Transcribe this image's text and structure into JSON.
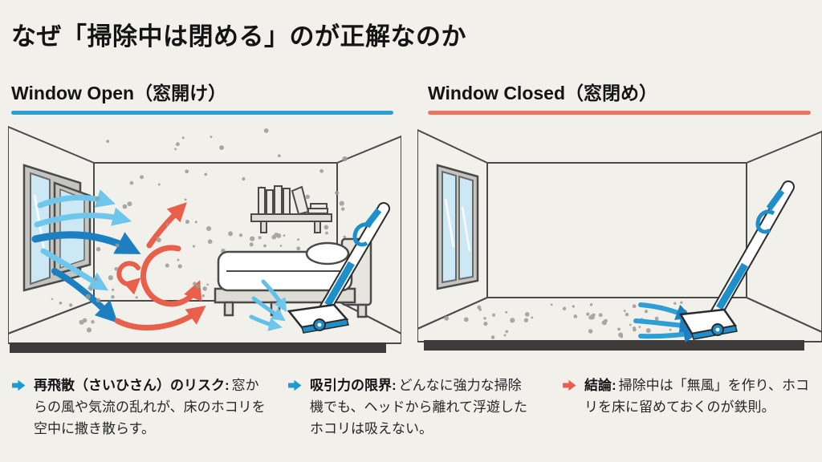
{
  "title": "なぜ「掃除中は閉める」のが正解なのか",
  "panels": [
    {
      "label": "Window Open（窓開け）",
      "underline_color": "#2e9fd4",
      "illustration": {
        "name": "room-window-open",
        "features": [
          "open-window",
          "incoming-wind-arrows",
          "turbulence-swirls",
          "airborne-dust",
          "bookshelf",
          "bed",
          "stick-vacuum",
          "suction-arrows"
        ]
      }
    },
    {
      "label": "Window Closed（窓閉め）",
      "underline_color": "#ee7461",
      "illustration": {
        "name": "room-window-closed",
        "features": [
          "closed-window",
          "clean-air",
          "floor-dust",
          "stick-vacuum",
          "suction-arrows"
        ]
      }
    }
  ],
  "notes": [
    {
      "icon": "right-arrow-icon",
      "icon_color": "#1e9ad2",
      "bold": "再飛散（さいひさん）のリスク:",
      "text": "窓からの風や気流の乱れが、床のホコリを空中に撒き散らす。"
    },
    {
      "icon": "right-arrow-icon",
      "icon_color": "#1e9ad2",
      "bold": "吸引力の限界:",
      "text": "どんなに強力な掃除機でも、ヘッドから離れて浮遊したホコリは吸えない。"
    },
    {
      "icon": "right-arrow-icon",
      "icon_color": "#e8604c",
      "bold": "結論:",
      "text": "掃除中は「無風」を作り、ホコリを床に留めておくのが鉄則。"
    }
  ],
  "colors": {
    "background": "#f1f0ea",
    "title_text": "#141414",
    "open_accent": "#2e9fd4",
    "closed_accent": "#ee7461",
    "wind_blue_dark": "#1b7fc0",
    "wind_blue_light": "#6ec6ec",
    "turbulence_red": "#e8604c",
    "dust_gray": "#9b9b97",
    "vacuum_blue": "#1e8fcb",
    "floor_edge_dark": "#3d3c3a"
  }
}
